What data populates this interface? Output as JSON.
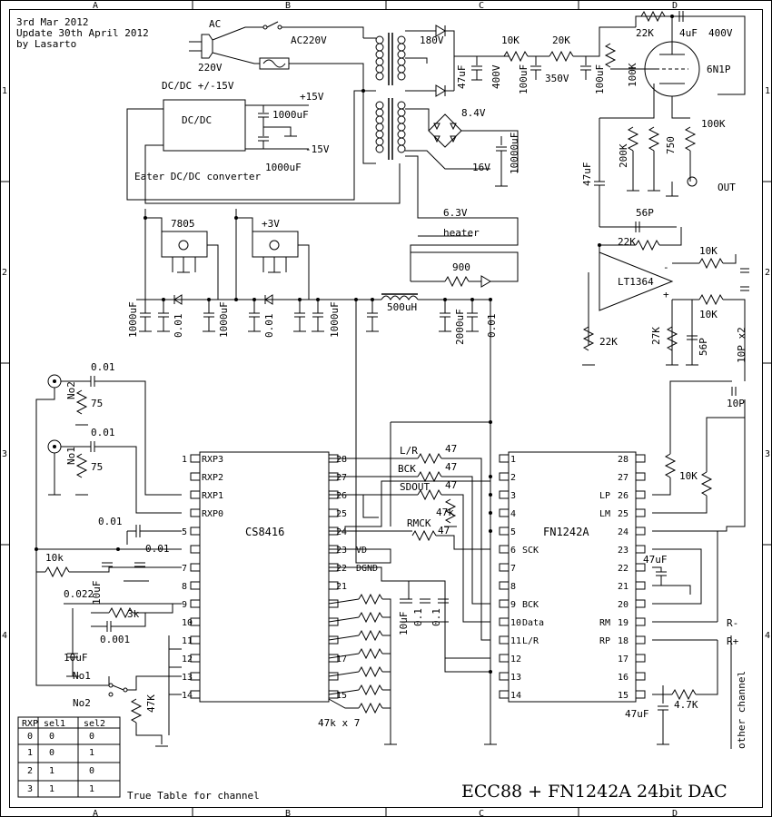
{
  "header": {
    "line1": "3rd Mar 2012",
    "line2": "Update 30th April 2012",
    "line3": "by Lasarto"
  },
  "border": {
    "cols": [
      "A",
      "B",
      "C",
      "D"
    ],
    "rows": [
      "1",
      "2",
      "3",
      "4"
    ]
  },
  "title": "ECC88 + FN1242A 24bit DAC",
  "power": {
    "ac": "AC",
    "ac_in": "AC220V",
    "mains": "220V",
    "v180": "180V",
    "v84": "8.4V",
    "v16": "16V",
    "v63": "6.3V",
    "heater": "heater",
    "dcdc_head": "DC/DC +/-15V",
    "dcdc_box": "DC/DC",
    "p15": "+15V",
    "m15": "-15V",
    "c1000a": "1000uF",
    "c1000b": "1000uF",
    "eater": "Eater DC/DC converter",
    "reg7805": "7805",
    "reg3v": "+3V",
    "r900": "900",
    "inductor": "500uH",
    "c47u": "47uF",
    "v400": "400V",
    "r10k": "10K",
    "r20k": "20K",
    "c100u_a": "100uF",
    "v350": "350V",
    "c100u_b": "100uF",
    "c10000": "10000uF"
  },
  "rail": {
    "c1000_1": "1000uF",
    "c001_1": "0.01",
    "c1000_2": "1000uF",
    "c001_2": "0.01",
    "c1000_3": "1000uF",
    "c2000": "2000uF",
    "c001_3": "0.01"
  },
  "tube": {
    "r22k": "22K",
    "c4u": "4uF",
    "v400": "400V",
    "name": "6N1P",
    "r100k_a": "100K",
    "c47u": "47uF",
    "r200k": "200K",
    "r750": "750",
    "r100k_b": "100K",
    "out": "OUT"
  },
  "opamp": {
    "c56p_a": "56P",
    "r22k_a": "22K",
    "r10k_a": "10K",
    "name": "LT1364",
    "r10k_b": "10K",
    "r22k_b": "22K",
    "r27k": "27K",
    "c56p_b": "56P",
    "c10p_x2": "10P x2",
    "c10p": "10P"
  },
  "input": {
    "c001_a": "0.01",
    "no2": "No2",
    "r75_a": "75",
    "c001_b": "0.01",
    "no1": "No1",
    "r75_b": "75",
    "c001_c": "0.01",
    "c001_d": "0.01",
    "r10k": "10k",
    "c10u_a": "10uF",
    "c0022": "0.022",
    "r3k": "3k",
    "c0001": "0.001",
    "c10u_b": "10uF",
    "sw_no1": "No1",
    "sw_no2": "No2",
    "r47k": "47K"
  },
  "cs8416": {
    "name": "CS8416",
    "left_pins": [
      "1",
      "",
      "",
      "",
      "5",
      "",
      "7",
      "8",
      "9",
      "10",
      "11",
      "12",
      "13",
      "14"
    ],
    "left_labels": [
      "RXP3",
      "RXP2",
      "RXP1",
      "RXP0",
      "",
      "",
      "",
      "",
      "",
      "",
      "",
      "",
      "",
      ""
    ],
    "right_pins": [
      "28",
      "27",
      "26",
      "25",
      "24",
      "23",
      "22",
      "21",
      "",
      "",
      "",
      "17",
      "",
      "15"
    ],
    "right_labels": [
      "",
      "",
      "",
      "",
      "",
      "VD",
      "DGND",
      "",
      "",
      "",
      "",
      "",
      "",
      ""
    ],
    "res_note": "47k x 7",
    "c10u": "10uF",
    "c01a": "0.1",
    "c01b": "0.1"
  },
  "bus": {
    "lr": "L/R",
    "bck": "BCK",
    "sdout": "SDOUT",
    "r47k": "47k",
    "rmck": "RMCK",
    "r47": [
      "47",
      "47",
      "47",
      "47"
    ]
  },
  "fn1242": {
    "name": "FN1242A",
    "left_pins": [
      "1",
      "2",
      "3",
      "4",
      "5",
      "6",
      "7",
      "8",
      "9",
      "10",
      "11",
      "12",
      "13",
      "14"
    ],
    "left_labels": [
      "",
      "",
      "",
      "",
      "",
      "SCK",
      "",
      "",
      "BCK",
      "Data",
      "L/R",
      "",
      "",
      ""
    ],
    "right_pins": [
      "28",
      "27",
      "26",
      "25",
      "24",
      "23",
      "22",
      "21",
      "20",
      "19",
      "18",
      "17",
      "16",
      "15"
    ],
    "right_labels": [
      "",
      "",
      "LP",
      "LM",
      "",
      "",
      "",
      "",
      "",
      "RM",
      "RP",
      "",
      "",
      ""
    ],
    "c47u_a": "47uF",
    "r10k": "10K",
    "r47k": "4.7K",
    "c47u_b": "47uF",
    "rminus": "R-",
    "rplus": "R+",
    "other": "other channel"
  },
  "truth": {
    "headers": [
      "RXP",
      "sel1",
      "sel2"
    ],
    "rows": [
      [
        "0",
        "0",
        "0"
      ],
      [
        "1",
        "0",
        "1"
      ],
      [
        "2",
        "1",
        "0"
      ],
      [
        "3",
        "1",
        "1"
      ]
    ],
    "caption": "True Table for channel"
  }
}
